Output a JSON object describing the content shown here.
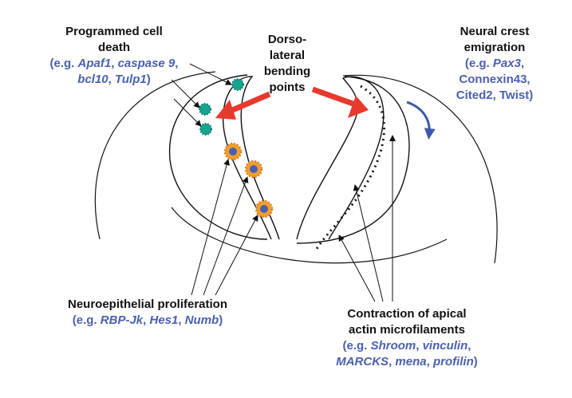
{
  "colors": {
    "outline": "#111111",
    "arrow_red": "#e8392d",
    "arrow_blue": "#3d5aa8",
    "example_text": "#4a5fb0",
    "apoptotic_cell": "#17a58f",
    "proliferating_cell_outer": "#f0a030",
    "proliferating_cell_nucleus": "#4a5fb0"
  },
  "labels": {
    "programmed_cell_death": {
      "title": [
        "Programmed cell",
        "death"
      ],
      "ex_open": "(e.g. ",
      "genes": [
        "Apaf1",
        "caspase 9",
        "bcl10",
        "Tulp1"
      ],
      "sep": ", ",
      "ex_close": ")"
    },
    "dorsolateral": {
      "lines": [
        "Dorso-",
        "lateral",
        "bending",
        "points"
      ]
    },
    "neural_crest": {
      "title": [
        "Neural crest",
        "emigration"
      ],
      "ex_open": "(e.g. ",
      "gene1": "Pax3",
      "sep": ",",
      "gene2": "Connexin43,",
      "gene3": "Cited2, Twist)"
    },
    "neuroepithelial": {
      "title": "Neuroepithelial proliferation",
      "ex_open": "(e.g. ",
      "genes": [
        "RBP-Jk",
        "Hes1",
        "Numb"
      ],
      "sep": ", ",
      "ex_close": ")"
    },
    "contraction": {
      "title": [
        "Contraction of apical",
        "actin microfilaments"
      ],
      "ex_open": "(e.g. ",
      "genes": [
        "Shroom",
        "vinculin",
        "MARCKS",
        "mena",
        "profilin"
      ],
      "sep": ", ",
      "ex_close": ")"
    }
  },
  "icons": {
    "apoptotic_cell": "spiky-green-cell-icon",
    "proliferating_cell": "orange-spiky-cell-with-blue-nucleus-icon"
  }
}
